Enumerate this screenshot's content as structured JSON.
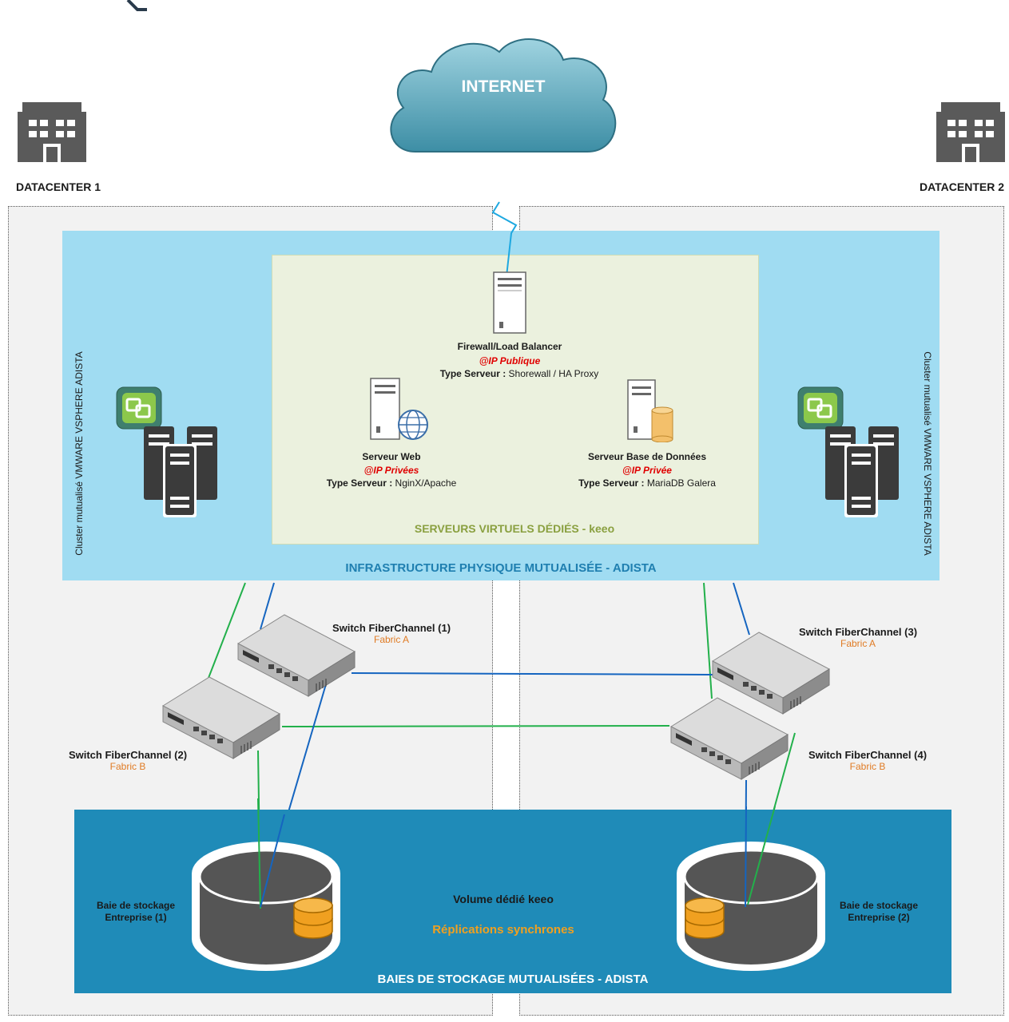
{
  "internet": {
    "label": "INTERNET"
  },
  "datacenters": [
    {
      "label": "DATACENTER 1"
    },
    {
      "label": "DATACENTER 2"
    }
  ],
  "infra": {
    "title": "INFRASTRUCTURE PHYSIQUE MUTUALISÉE - ADISTA",
    "cluster_left": "Cluster mutualisé VMWARE VSPHERE ADISTA",
    "cluster_right": "Cluster mutualisé VMWARE VSPHERE ADISTA"
  },
  "vms": {
    "title": "SERVEURS VIRTUELS DÉDIÉS - keeo",
    "firewall": {
      "name": "Firewall/Load Balancer",
      "ip": "@IP Publique",
      "type_label": "Type Serveur :",
      "type_value": " Shorewall / HA Proxy"
    },
    "web": {
      "name": "Serveur Web",
      "ip": "@IP Privées",
      "type_label": "Type Serveur :",
      "type_value": " NginX/Apache"
    },
    "db": {
      "name": "Serveur Base de Données",
      "ip": "@IP Privée",
      "type_label": "Type Serveur :",
      "type_value": " MariaDB Galera"
    }
  },
  "switches": [
    {
      "name": "Switch FiberChannel (1)",
      "fabric": "Fabric A"
    },
    {
      "name": "Switch FiberChannel (2)",
      "fabric": "Fabric B"
    },
    {
      "name": "Switch FiberChannel (3)",
      "fabric": "Fabric A"
    },
    {
      "name": "Switch FiberChannel (4)",
      "fabric": "Fabric B"
    }
  ],
  "storage": {
    "title": "BAIES DE STOCKAGE MUTUALISÉES - ADISTA",
    "bay1": {
      "line1": "Baie de stockage",
      "line2": "Entreprise (1)"
    },
    "bay2": {
      "line1": "Baie de stockage",
      "line2": "Entreprise (2)"
    },
    "volume": "Volume dédié keeo",
    "replication": "Réplications synchrones"
  },
  "colors": {
    "infra_bg": "#a0dcf2",
    "vm_bg": "#ebf1de",
    "storage_bg": "#1f8bb8",
    "link_green": "#22b04b",
    "link_blue": "#1565c0",
    "replication": "#f0a020"
  },
  "icons": [
    "cloud-icon",
    "building-icon",
    "server-icon",
    "globe-icon",
    "database-icon",
    "vsphere-icon",
    "server-cluster-icon",
    "switch-icon",
    "storage-array-icon",
    "lightning-icon"
  ]
}
